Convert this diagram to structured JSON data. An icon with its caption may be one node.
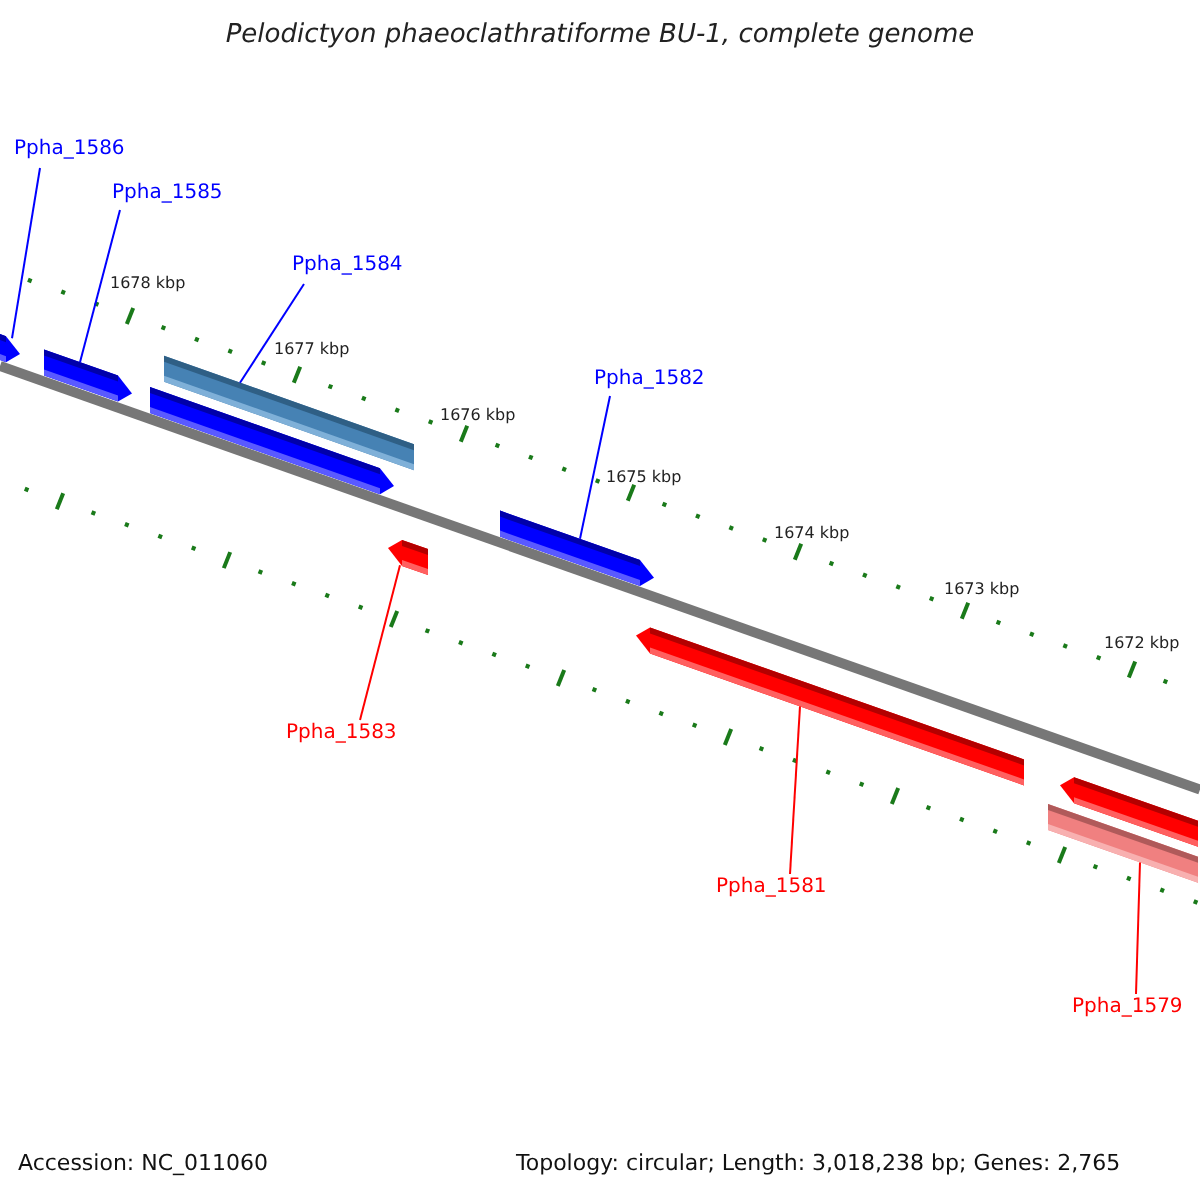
{
  "diagram": {
    "title": "Pelodictyon phaeoclathratiforme BU-1, complete genome",
    "nodes": [
      {
        "text": [
          "Ppha_1586"
        ]
      },
      {
        "text": [
          "Ppha_1585"
        ]
      },
      {
        "text": [
          "Ppha_1584"
        ]
      },
      {
        "text": [
          "Ppha_1582"
        ]
      },
      {
        "text": [
          "Ppha_1583"
        ]
      },
      {
        "text": [
          "Ppha_1581"
        ]
      },
      {
        "text": [
          "Ppha_1579"
        ]
      },
      {
        "text": [],
        "shape": "bar"
      },
      {
        "text": [],
        "shape": "bar"
      },
      {
        "text": [],
        "shape": "bar"
      },
      {
        "text": [],
        "shape": "bar"
      },
      {
        "text": [],
        "shape": "bar"
      },
      {
        "text": [],
        "shape": "bar"
      },
      {
        "text": [],
        "shape": "bar"
      },
      {
        "text": [],
        "shape": "bar"
      },
      {
        "text": [],
        "shape": "bar"
      }
    ],
    "edges": [
      {
        "from": 0,
        "to": 7,
        "arrow": "none"
      },
      {
        "from": 1,
        "to": 8,
        "arrow": "none"
      },
      {
        "from": 2,
        "to": 9,
        "arrow": "none"
      },
      {
        "from": 3,
        "to": 12,
        "arrow": "none"
      },
      {
        "from": 4,
        "to": 11,
        "arrow": "none",
        "color": "#ff0000"
      },
      {
        "from": 5,
        "to": 13,
        "arrow": "none",
        "color": "#ff0000"
      },
      {
        "from": 6,
        "to": 15,
        "arrow": "none",
        "color": "#ff0000"
      }
    ],
    "labels": [
      "1678 kbp",
      "1677 kbp",
      "1676 kbp",
      "1675 kbp",
      "1674 kbp",
      "1673 kbp",
      "1672 kbp",
      "Accession: NC_011060",
      "Topology: circular; Length: 3,018,238 bp; Genes: 2,765"
    ]
  }
}
